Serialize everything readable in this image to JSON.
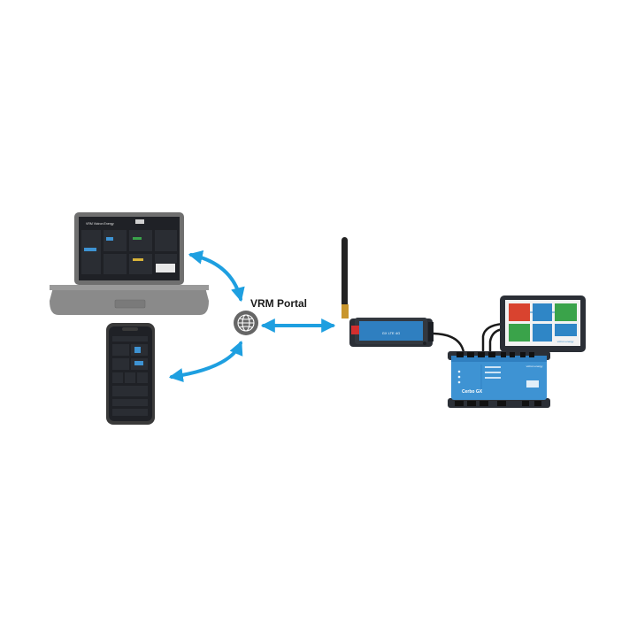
{
  "portal": {
    "label": "VRM Portal"
  },
  "laptop": {
    "dashboard_title": "VRM Victron Energy"
  },
  "gx_lte": {
    "label": "GX LTE 4G"
  },
  "cerbo": {
    "label": "Cerbo GX",
    "brand": "victron energy"
  },
  "touch": {
    "brand": "victron energy"
  },
  "colors": {
    "arrow": "#1e9fe0",
    "victron_blue": "#3e93d3",
    "device_dark": "#2b2f36",
    "laptop_body": "#8a8a8a",
    "screen_bg": "#1f2126",
    "tile_red": "#d9432f",
    "tile_green": "#3aa34a",
    "tile_blue": "#2f86c6"
  }
}
